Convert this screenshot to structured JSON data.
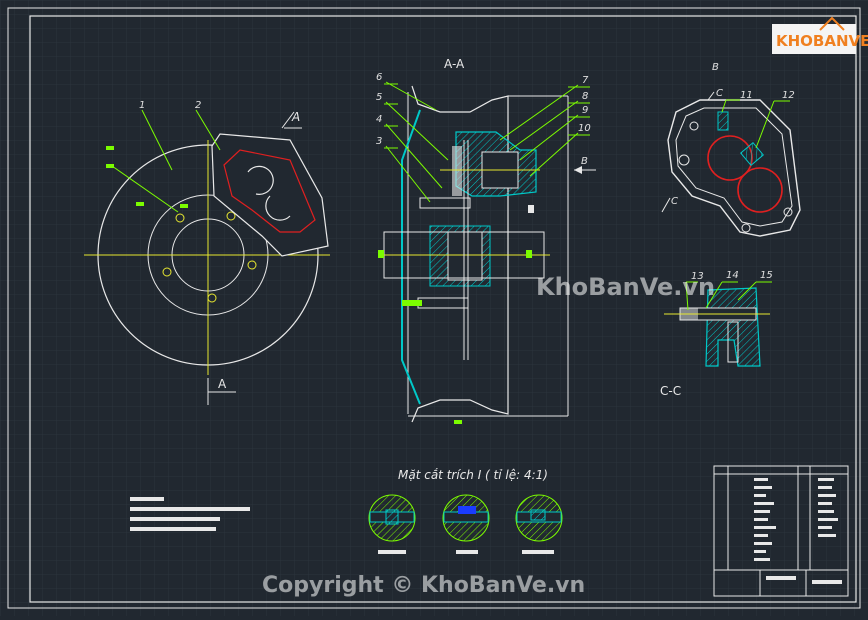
{
  "logo": {
    "text": "KHOBANVE"
  },
  "views": {
    "section_aa": "A-A",
    "section_cc": "C-C",
    "view_b": "B",
    "marker_a_top": "A",
    "marker_a_bottom": "A",
    "marker_b_arrow": "B",
    "marker_c_top": "C",
    "marker_c_left": "C"
  },
  "detail_caption": "Mặt cắt trích I ( tỉ lệ: 4:1)",
  "part_numbers": {
    "p1": "1",
    "p2": "2",
    "p3": "3",
    "p4": "4",
    "p5": "5",
    "p6": "6",
    "p7": "7",
    "p8": "8",
    "p9": "9",
    "p10": "10",
    "p11": "11",
    "p12": "12",
    "p13": "13",
    "p14": "14",
    "p15": "15"
  },
  "watermark": {
    "center": "KhoBanVe.vn",
    "bottom": "Copyright © KhoBanVe.vn"
  },
  "colors": {
    "background": "#212830",
    "grid": "#2c343d",
    "white_line": "#e8e8e8",
    "cyan_section": "#00c8c8",
    "green_leader": "#7CFC00",
    "red_hole": "#e02020",
    "yellow_centerline": "#e8e830",
    "logo_orange": "#f08020"
  }
}
